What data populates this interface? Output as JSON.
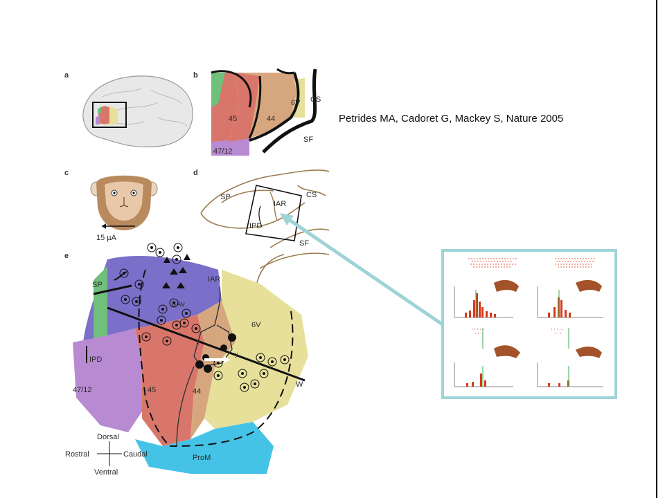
{
  "citation": "Petrides MA, Cadoret G, Mackey S, Nature 2005",
  "panels": {
    "a": {
      "letter": "a"
    },
    "b": {
      "letter": "b",
      "labels": [
        "45",
        "44",
        "6V",
        "CS",
        "SF",
        "47/12"
      ]
    },
    "c": {
      "letter": "c",
      "stimulus": "15 µA"
    },
    "d": {
      "letter": "d",
      "labels": [
        "SP",
        "IAR",
        "CS",
        "IPD",
        "SF"
      ]
    },
    "e": {
      "letter": "e",
      "labels": [
        "SP",
        "IAR",
        "8Av",
        "6V",
        "IPD",
        "47/12",
        "45",
        "44",
        "ProM",
        "W",
        "x",
        "y"
      ],
      "compass": {
        "dorsal": "Dorsal",
        "ventral": "Ventral",
        "rostral": "Rostral",
        "caudal": "Caudal"
      }
    }
  },
  "colors": {
    "area45": "#d9766b",
    "area44": "#d6a77e",
    "area6v": "#e6e09a",
    "area8av": "#7b6fc9",
    "area47_12": "#b88ad2",
    "proM": "#45c3e6",
    "green": "#6fc07a",
    "inset_border": "#9ed3d8"
  }
}
